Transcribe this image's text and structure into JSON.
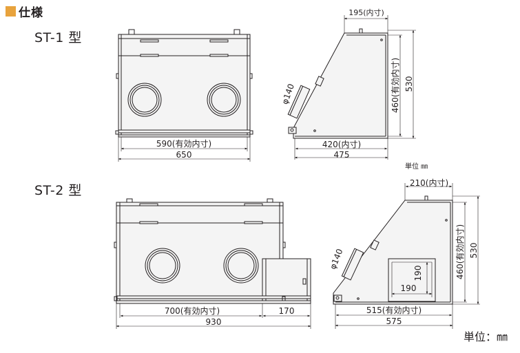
{
  "header": {
    "title": "仕様"
  },
  "models": [
    {
      "name": "ST-1 型",
      "dims": {
        "front_inner": "590(有効内寸)",
        "front_outer": "650",
        "side_top": "195(内寸)",
        "side_inner_height": "460(有効内寸)",
        "side_outer_height": "530",
        "side_bottom_inner": "420(内寸)",
        "side_bottom_outer": "475",
        "port": "φ140"
      }
    },
    {
      "name": "ST-2 型",
      "dims": {
        "front_inner": "700(有効内寸)",
        "front_extension": "170",
        "front_outer": "930",
        "side_top": "210(内寸)",
        "side_inner_height": "460(有効内寸)",
        "side_outer_height": "530",
        "side_bottom_inner": "515(有効内寸)",
        "side_bottom_outer": "575",
        "port": "φ140",
        "window_w": "190",
        "window_h": "190"
      }
    }
  ],
  "unit_small": "単位 ㎜",
  "unit_large": "単位：㎜"
}
